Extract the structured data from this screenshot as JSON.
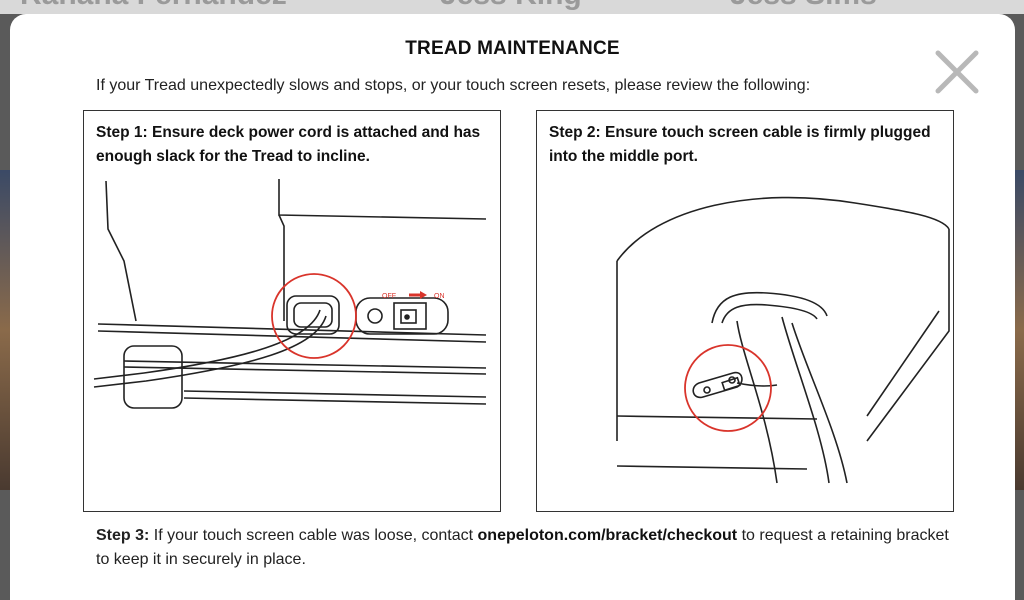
{
  "modal": {
    "title": "TREAD MAINTENANCE",
    "intro": "If your Tread unexpectedly slows and stops, or your touch screen resets, please review the following:",
    "close_icon": "close-icon",
    "step1": {
      "text": "Step 1: Ensure deck power cord is attached and has enough slack for the Tread to incline.",
      "switch_off_label": "OFF",
      "switch_on_label": "ON"
    },
    "step2": {
      "text": "Step 2: Ensure touch screen cable is firmly plugged into the middle port."
    },
    "step3": {
      "label": "Step 3:",
      "text_before": " If your touch screen cable was loose, contact ",
      "link": "onepeloton.com/bracket/checkout",
      "text_after": " to request a retaining bracket to keep it in securely in place."
    }
  },
  "colors": {
    "accent": "#d9342b",
    "overlay": "#5a5a5a"
  }
}
